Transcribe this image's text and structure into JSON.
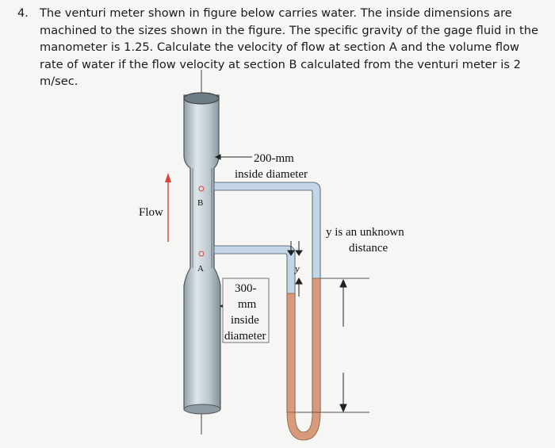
{
  "problem": {
    "number": "4.",
    "text": "The venturi meter shown in figure below carries water. The inside dimensions are machined to the sizes shown in the figure. The specific gravity of the gage fluid in the manometer is 1.25. Calculate the velocity of flow at section A and the volume flow rate of water if the flow velocity at section B calculated from the venturi meter is 2 m/sec."
  },
  "figure": {
    "flow_label": "Flow",
    "top_dim_line1": "200-mm",
    "top_dim_line2": "inside diameter",
    "bottom_dim_line1": "300-",
    "bottom_dim_line2": "mm",
    "bottom_dim_line3": "inside",
    "bottom_dim_line4": "diameter",
    "section_b": "B",
    "section_a": "A",
    "y_label": "y",
    "unknown_line1": "y is an unknown",
    "unknown_line2": "distance"
  },
  "colors": {
    "pipe_fill": "#c4d6e6",
    "pipe_stroke": "#5f7585",
    "gage_fluid": "#d79b7c",
    "arrow_red": "#d9433a"
  }
}
